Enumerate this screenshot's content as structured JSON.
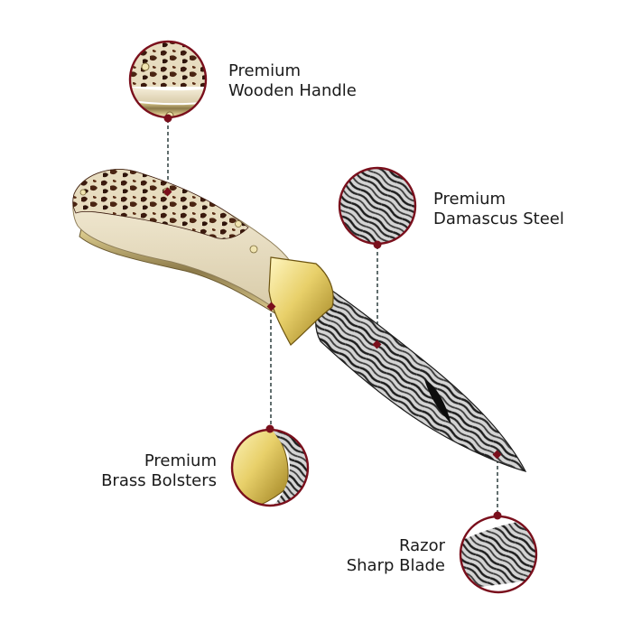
{
  "features": [
    {
      "id": "handle",
      "line1": "Premium",
      "line2": "Wooden Handle"
    },
    {
      "id": "steel",
      "line1": "Premium",
      "line2": "Damascus Steel"
    },
    {
      "id": "brass",
      "line1": "Premium",
      "line2": "Brass Bolsters"
    },
    {
      "id": "blade",
      "line1": "Razor",
      "line2": "Sharp Blade"
    }
  ],
  "colors": {
    "accent": "#7a0f1c",
    "connector": "#3a4a4a",
    "antler_dark": "#3b1a0e",
    "antler_light": "#efe6cf",
    "brass": "#e8d06a",
    "steel_dark": "#2b2b2b",
    "steel_light": "#cfcfcf"
  },
  "icons": [
    "antler-handle-closeup",
    "damascus-steel-closeup",
    "brass-bolster-closeup",
    "blade-tip-closeup"
  ]
}
